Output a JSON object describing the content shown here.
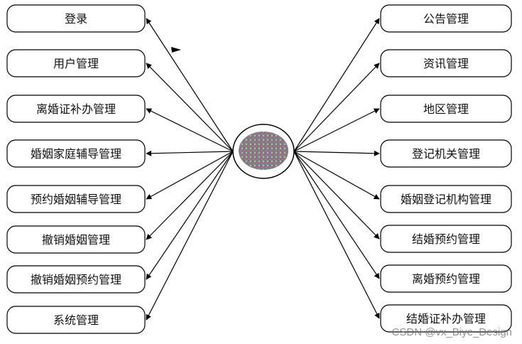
{
  "diagram": {
    "left_nodes": [
      "登录",
      "用户管理",
      "离婚证补办管理",
      "婚姻家庭辅导管理",
      "预约婚姻辅导管理",
      "撤销婚姻管理",
      "撤销婚姻预约管理",
      "系统管理"
    ],
    "right_nodes": [
      "公告管理",
      "资讯管理",
      "地区管理",
      "登记机关管理",
      "婚姻登记机构管理",
      "结婚预约管理",
      "离婚预约管理",
      "结婚证补办管理"
    ]
  },
  "watermark": "CSDN @vx_Biye_Design"
}
